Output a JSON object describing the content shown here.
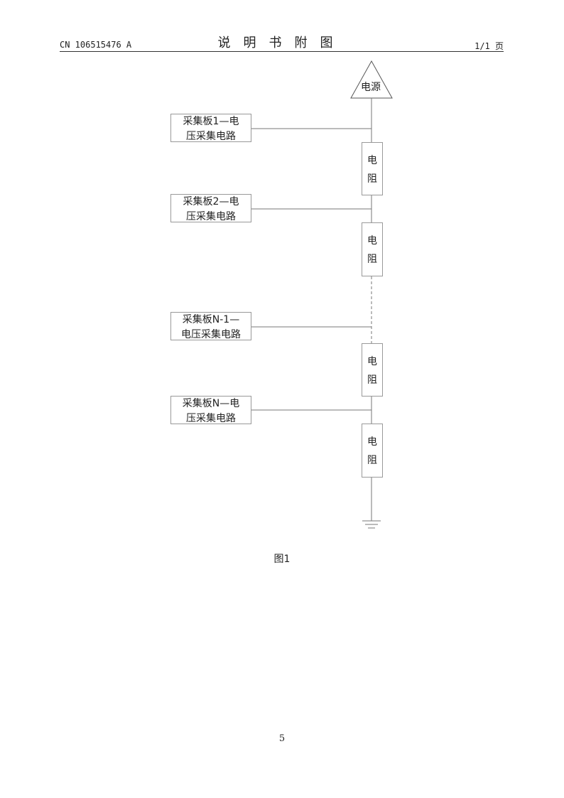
{
  "header": {
    "patent_number": "CN 106515476 A",
    "section_title": "说明书附图",
    "page_indicator": "1/1 页"
  },
  "diagram": {
    "power_source": "电源",
    "boards": [
      {
        "line1": "采集板1—电",
        "line2": "压采集电路"
      },
      {
        "line1": "采集板2—电",
        "line2": "压采集电路"
      },
      {
        "line1": "采集板N-1—",
        "line2": "电压采集电路"
      },
      {
        "line1": "采集板N—电",
        "line2": "压采集电路"
      }
    ],
    "resistors": [
      {
        "line1": "电",
        "line2": "阻"
      },
      {
        "line1": "电",
        "line2": "阻"
      },
      {
        "line1": "电",
        "line2": "阻"
      },
      {
        "line1": "电",
        "line2": "阻"
      }
    ]
  },
  "caption": "图1",
  "page_number": "5"
}
